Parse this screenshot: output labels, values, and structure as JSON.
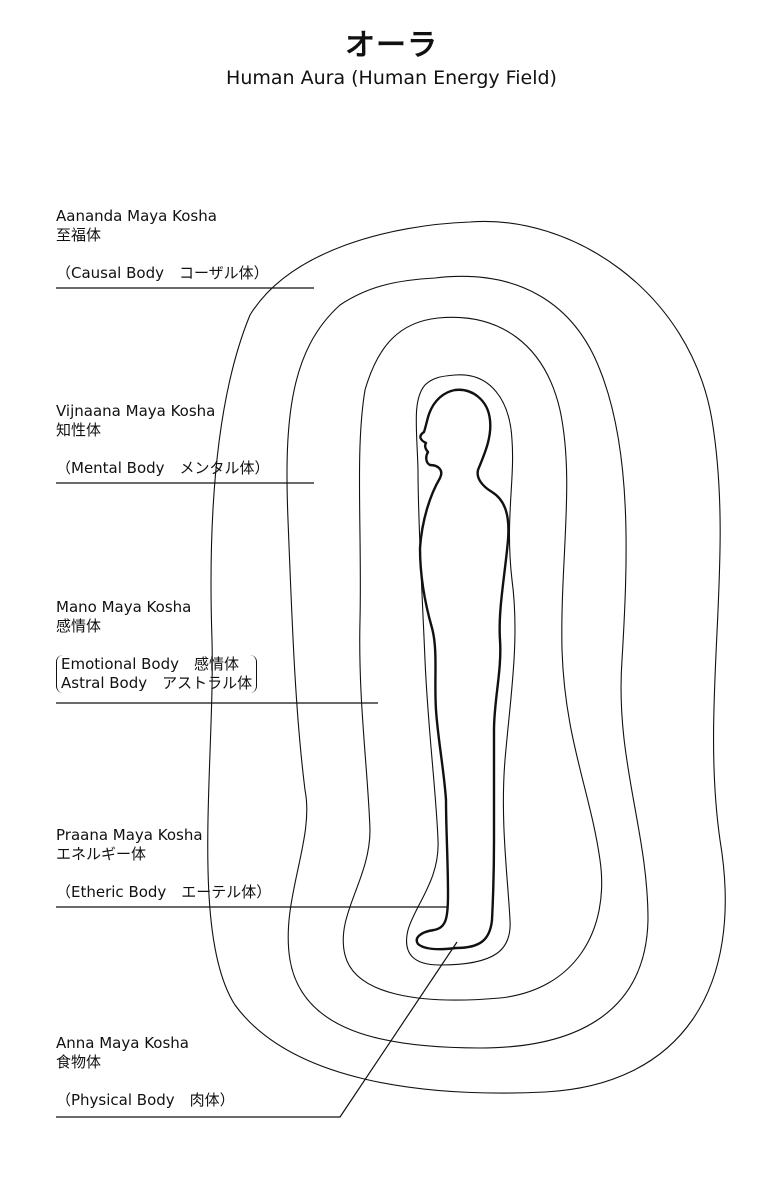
{
  "title": "オーラ",
  "subtitle": "Human Aura (Human Energy Field)",
  "layers": [
    {
      "name": "Aananda Maya Kosha",
      "jp": "至福体",
      "body": "（Causal Body　コーザル体）"
    },
    {
      "name": "Vijnaana Maya Kosha",
      "jp": "知性体",
      "body": "（Mental Body　メンタル体）"
    },
    {
      "name": "Mano Maya Kosha",
      "jp": "感情体",
      "body_lines": [
        "Emotional Body　感情体",
        "Astral Body　アストラル体"
      ]
    },
    {
      "name": "Praana Maya Kosha",
      "jp": "エネルギー体",
      "body": "（Etheric Body　エーテル体）"
    },
    {
      "name": "Anna Maya Kosha",
      "jp": "食物体",
      "body": "（Physical Body　肉体）"
    }
  ]
}
